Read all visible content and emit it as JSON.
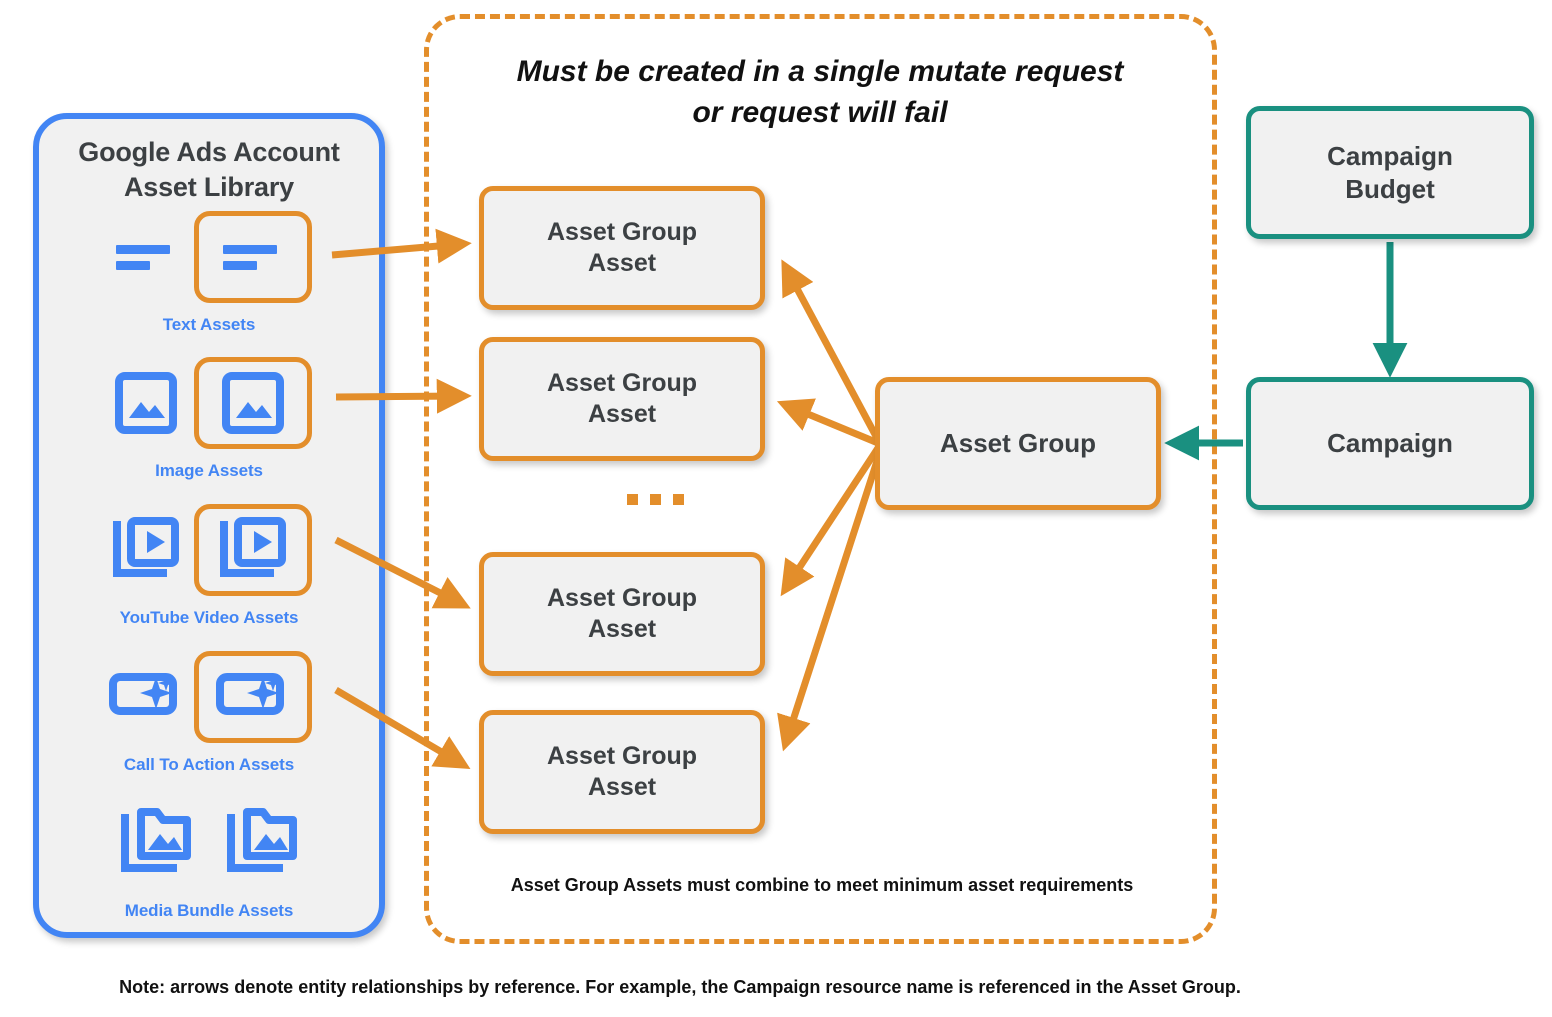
{
  "library": {
    "title_line1": "Google Ads Account",
    "title_line2": "Asset Library",
    "accent_color": "#4285f4",
    "rows": [
      {
        "caption": "Text Assets",
        "icon": "text-lines-icon",
        "ringed": true
      },
      {
        "caption": "Image Assets",
        "icon": "image-icon",
        "ringed": true
      },
      {
        "caption": "YouTube Video  Assets",
        "icon": "video-stack-icon",
        "ringed": true
      },
      {
        "caption": "Call To Action Assets",
        "icon": "call-to-action-icon",
        "ringed": true
      },
      {
        "caption": "Media Bundle  Assets",
        "icon": "media-bundle-icon",
        "ringed": false
      }
    ]
  },
  "mutate": {
    "title_line1": "Must be created in a single mutate request",
    "title_line2": "or request will fail",
    "footnote": "Asset Group Assets must combine to meet minimum asset requirements",
    "border_color": "#e38e2b"
  },
  "nodes": {
    "asset_group_assets": [
      "Asset Group\nAsset",
      "Asset Group\nAsset",
      "Asset Group\nAsset",
      "Asset Group\nAsset"
    ],
    "asset_group_asset_label_line1": "Asset Group",
    "asset_group_asset_label_line2": "Asset",
    "asset_group": "Asset Group",
    "campaign_budget_line1": "Campaign",
    "campaign_budget_line2": "Budget",
    "campaign": "Campaign"
  },
  "colors": {
    "orange": "#e38e2b",
    "teal": "#1a9080",
    "blue": "#4285f4",
    "node_fill": "#f1f1f1",
    "text": "#3c4043"
  },
  "ellipsis": "…",
  "bottom_note": "Note: arrows denote entity relationships by reference. For example, the Campaign resource name is referenced in the Asset Group."
}
